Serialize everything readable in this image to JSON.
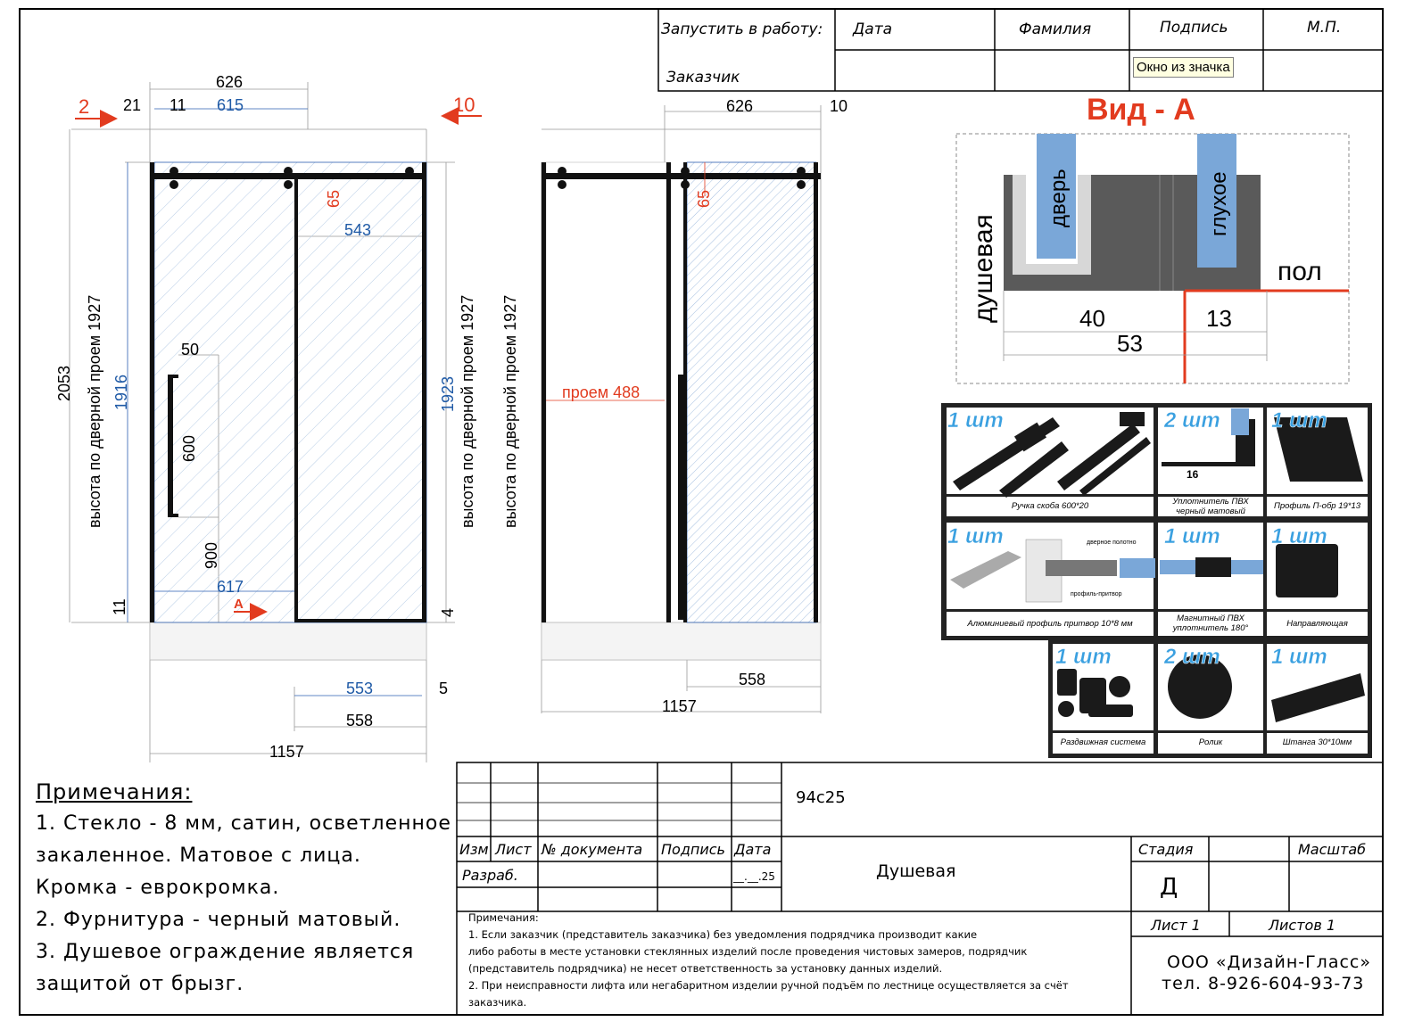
{
  "title_block_top": {
    "launch_label": "Запустить в работу:",
    "customer_label": "Заказчик",
    "date_label": "Дата",
    "surname_label": "Фамилия",
    "signature_label": "Подпись",
    "stamp_label": "М.П."
  },
  "tooltip": "Окно из значка",
  "front_view": {
    "dims": {
      "overall_width_top": "626",
      "left_gap": "21",
      "gap_11": "11",
      "glass_615": "615",
      "overall_height": "2053",
      "height_1916": "1916",
      "door_height_label": "высота по дверной проем 1927",
      "handle_50": "50",
      "handle_600": "600",
      "handle_900": "900",
      "bottom_11": "11",
      "fixed_65": "65",
      "fixed_543": "543",
      "right_height_1923": "1923",
      "right_height_label": "высота по дверной проем 1927",
      "bottom_4": "4",
      "bottom_617": "617",
      "bottom_553": "553",
      "bottom_5": "5",
      "bottom_558": "558",
      "total_width": "1157"
    },
    "arrow_left_label": "2",
    "arrow_right_label": "10",
    "view_a_marker": "А"
  },
  "side_view": {
    "dims": {
      "top_626": "626",
      "top_10": "10",
      "fixed_65": "65",
      "height_label": "высота по дверной проем 1927",
      "opening": "проем 488",
      "bottom_558": "558",
      "total_width": "1157"
    }
  },
  "view_a": {
    "title": "Вид - А",
    "shower_label": "душевая",
    "door_label": "дверь",
    "fixed_label": "глухое",
    "floor_label": "пол",
    "dim_40": "40",
    "dim_13": "13",
    "dim_53": "53"
  },
  "components": [
    {
      "qty": "1 шт",
      "label": "Ручка скоба 600*20"
    },
    {
      "qty": "2 шт",
      "label": "Уплотнитель ПВХ черный матовый",
      "extra": "16"
    },
    {
      "qty": "1 шт",
      "label": "Профиль П-обр 19*13"
    },
    {
      "qty": "1 шт",
      "label": "Алюминиевый профиль притвор 10*8 мм",
      "extra": "дверное полотно",
      "extra2": "профиль-притвор"
    },
    {
      "qty": "1 шт",
      "label": "Магнитный ПВХ уплотнитель 180°"
    },
    {
      "qty": "1 шт",
      "label": "Направляющая"
    },
    {
      "qty": "1 шт",
      "label": "Раздвижная система"
    },
    {
      "qty": "2 шт",
      "label": "Ролик"
    },
    {
      "qty": "1 шт",
      "label": "Штанга 30*10мм"
    }
  ],
  "notes": {
    "heading": "Примечания:",
    "lines": [
      "1. Стекло - 8 мм, сатин, осветленное",
      "закаленное. Матовое с лица.",
      "Кромка - еврокромка.",
      "2. Фурнитура - черный матовый.",
      "3. Душевое ограждение является",
      "защитой от брызг."
    ]
  },
  "stamp": {
    "doc_code": "94с25",
    "col_izm": "Изм",
    "col_list": "Лист",
    "col_doc": "№ документа",
    "col_sign": "Подпись",
    "col_date": "Дата",
    "developer": "Разраб.",
    "date_value": "__.__.25",
    "product": "Душевая",
    "stage_label": "Стадия",
    "scale_label": "Масштаб",
    "stage_value": "Д",
    "sheet": "Лист 1",
    "sheets": "Листов 1",
    "company": "ООО «Дизайн-Гласс»",
    "phone": "тел. 8-926-604-93-73",
    "small_notes_heading": "Примечания:",
    "small_notes": [
      "1. Если заказчик (представитель заказчика) без уведомления подрядчика производит какие",
      "либо работы в месте установки стеклянных изделий после проведения чистовых замеров, подрядчик",
      "(представитель подрядчика) не несет ответственность за установку данных изделий.",
      "2. При неисправности лифта или негабаритном изделии ручной подъём по лестнице осуществляется за счёт",
      "заказчика."
    ]
  },
  "colors": {
    "dim_blue": "#1f5aa6",
    "dim_red": "#e23b1f",
    "qty_blue": "#3aa0e0",
    "glass_blue": "#dfe8f4",
    "profile_dark": "#505050"
  }
}
